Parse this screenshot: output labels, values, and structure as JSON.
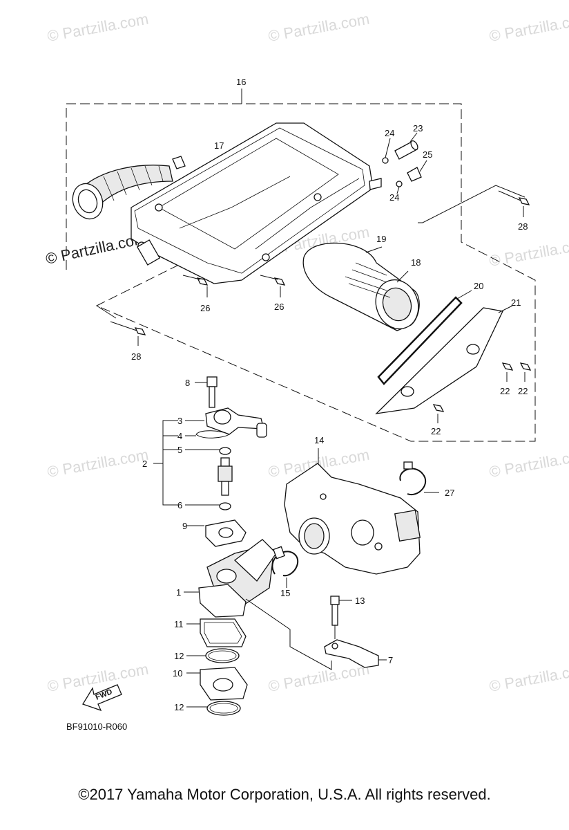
{
  "watermarks": [
    "© Partzilla.com"
  ],
  "watermark_prominent": "© Partzilla.com",
  "diagram_code": "BF91010-R060",
  "fwd_label": "FWD",
  "copyright": "©2017  Yamaha Motor Corporation, U.S.A. All rights reserved.",
  "callouts": {
    "c1": "1",
    "c2": "2",
    "c3": "3",
    "c4": "4",
    "c5": "5",
    "c6": "6",
    "c7": "7",
    "c8": "8",
    "c9": "9",
    "c10": "10",
    "c11": "11",
    "c12a": "12",
    "c12b": "12",
    "c13": "13",
    "c14": "14",
    "c15": "15",
    "c16": "16",
    "c17": "17",
    "c18": "18",
    "c19": "19",
    "c20": "20",
    "c21": "21",
    "c22a": "22",
    "c22b": "22",
    "c22c": "22",
    "c23": "23",
    "c24a": "24",
    "c24b": "24",
    "c25": "25",
    "c26a": "26",
    "c26b": "26",
    "c27": "27",
    "c28a": "28",
    "c28b": "28"
  }
}
